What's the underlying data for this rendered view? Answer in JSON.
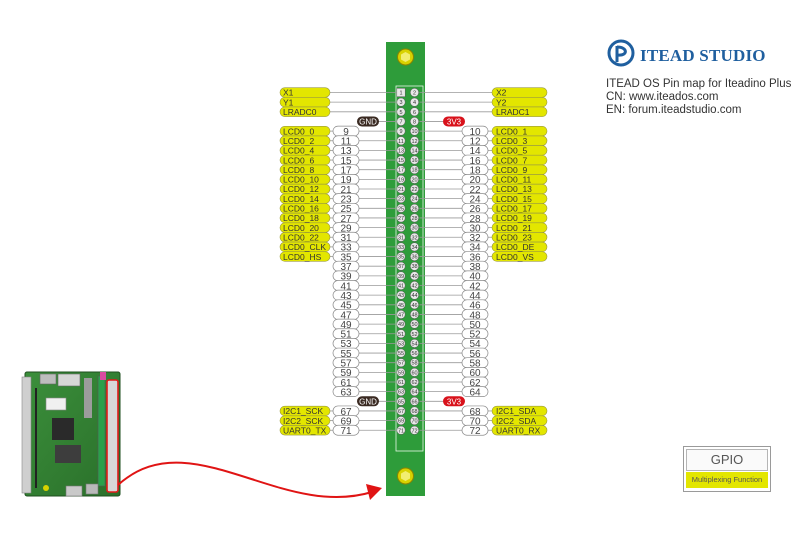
{
  "brand": {
    "name": "ITEAD STUDIO"
  },
  "info": {
    "title": "ITEAD OS Pin map for Iteadino Plus",
    "cn": "CN: www.iteados.com",
    "en": "EN: forum.iteadstudio.com"
  },
  "legend": {
    "gpio": "GPIO",
    "multiplexing": "Multiplexing Function"
  },
  "power": {
    "gnd": "GND",
    "v33": "3V3"
  },
  "colors": {
    "header": "#2e9c3a",
    "function": "#e3e600",
    "gnd": "#3a2a22",
    "v33": "#d8121b",
    "arrow": "#e01414"
  },
  "left_functions": [
    {
      "pin": 1,
      "label": "X1"
    },
    {
      "pin": 3,
      "label": "Y1"
    },
    {
      "pin": 5,
      "label": "LRADC0"
    },
    {
      "pin": 9,
      "label": "LCD0_0"
    },
    {
      "pin": 11,
      "label": "LCD0_2"
    },
    {
      "pin": 13,
      "label": "LCD0_4"
    },
    {
      "pin": 15,
      "label": "LCD0_6"
    },
    {
      "pin": 17,
      "label": "LCD0_8"
    },
    {
      "pin": 19,
      "label": "LCD0_10"
    },
    {
      "pin": 21,
      "label": "LCD0_12"
    },
    {
      "pin": 23,
      "label": "LCD0_14"
    },
    {
      "pin": 25,
      "label": "LCD0_16"
    },
    {
      "pin": 27,
      "label": "LCD0_18"
    },
    {
      "pin": 29,
      "label": "LCD0_20"
    },
    {
      "pin": 31,
      "label": "LCD0_22"
    },
    {
      "pin": 33,
      "label": "LCD0_CLK"
    },
    {
      "pin": 35,
      "label": "LCD0_HS"
    },
    {
      "pin": 67,
      "label": "I2C1_SCK"
    },
    {
      "pin": 69,
      "label": "I2C2_SCK"
    },
    {
      "pin": 71,
      "label": "UART0_TX"
    }
  ],
  "right_functions": [
    {
      "pin": 2,
      "label": "X2"
    },
    {
      "pin": 4,
      "label": "Y2"
    },
    {
      "pin": 6,
      "label": "LRADC1"
    },
    {
      "pin": 10,
      "label": "LCD0_1"
    },
    {
      "pin": 12,
      "label": "LCD0_3"
    },
    {
      "pin": 14,
      "label": "LCD0_5"
    },
    {
      "pin": 16,
      "label": "LCD0_7"
    },
    {
      "pin": 18,
      "label": "LCD0_9"
    },
    {
      "pin": 20,
      "label": "LCD0_11"
    },
    {
      "pin": 22,
      "label": "LCD0_13"
    },
    {
      "pin": 24,
      "label": "LCD0_15"
    },
    {
      "pin": 26,
      "label": "LCD0_17"
    },
    {
      "pin": 28,
      "label": "LCD0_19"
    },
    {
      "pin": 30,
      "label": "LCD0_21"
    },
    {
      "pin": 32,
      "label": "LCD0_23"
    },
    {
      "pin": 34,
      "label": "LCD0_DE"
    },
    {
      "pin": 36,
      "label": "LCD0_VS"
    },
    {
      "pin": 68,
      "label": "I2C1_SDA"
    },
    {
      "pin": 70,
      "label": "I2C2_SDA"
    },
    {
      "pin": 72,
      "label": "UART0_RX"
    }
  ],
  "gnd_pins": [
    7,
    65
  ],
  "v33_pins": [
    8,
    66
  ],
  "pin_count": 72
}
